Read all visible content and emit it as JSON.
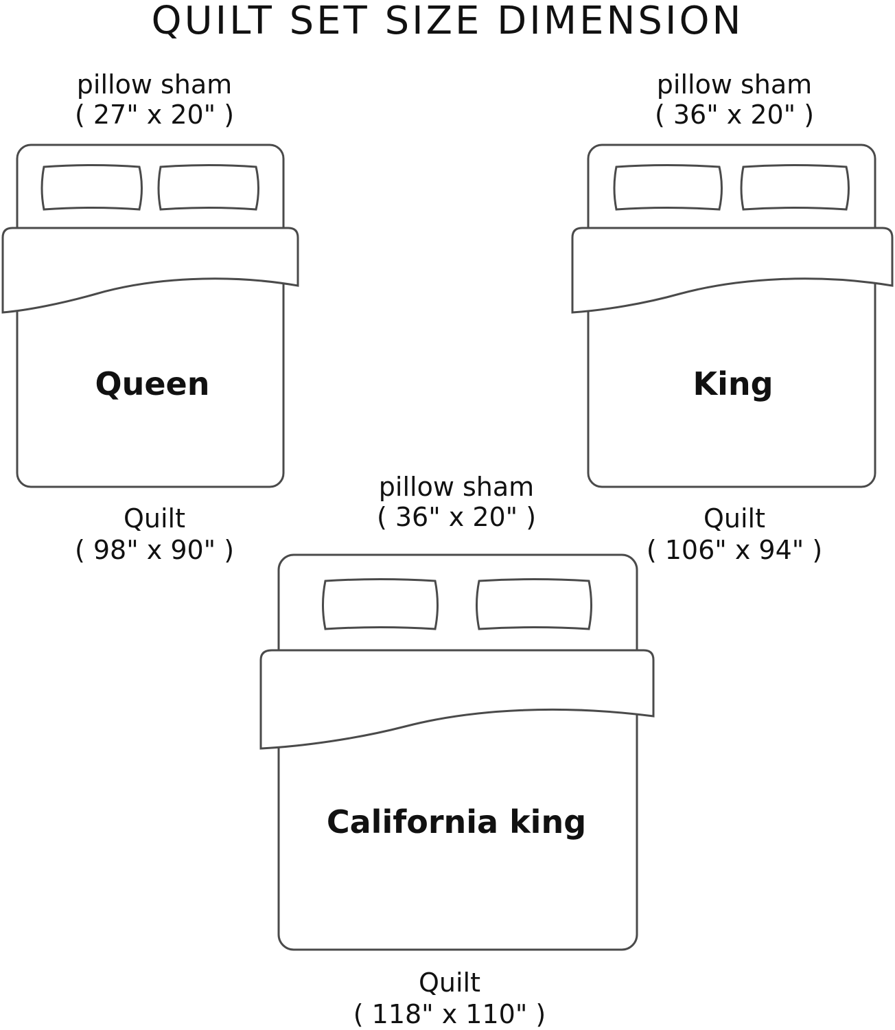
{
  "title": "QUILT SET SIZE DIMENSION",
  "beds": [
    {
      "name": "Queen",
      "sham_label": "pillow sham",
      "sham_size": "( 27\" x 20\" )",
      "quilt_label": "Quilt",
      "quilt_size": "( 98\" x 90\" )"
    },
    {
      "name": "King",
      "sham_label": "pillow sham",
      "sham_size": "( 36\" x 20\" )",
      "quilt_label": "Quilt",
      "quilt_size": "( 106\" x 94\" )"
    },
    {
      "name": "California king",
      "sham_label": "pillow sham",
      "sham_size": "( 36\" x 20\" )",
      "quilt_label": "Quilt",
      "quilt_size": "( 118\" x 110\" )"
    }
  ],
  "colors": {
    "outline": "#4a4a4a",
    "text": "#111111",
    "background": "#ffffff"
  }
}
